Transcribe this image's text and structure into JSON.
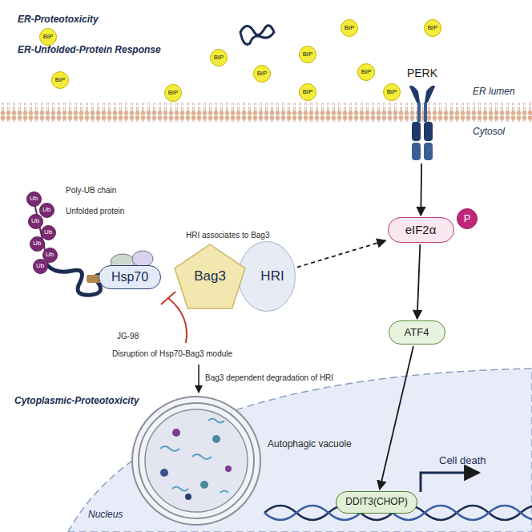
{
  "diagram": {
    "nodes": [
      {
        "text": [
          "BiP"
        ]
      },
      {
        "text": [
          "BiP"
        ]
      },
      {
        "text": [
          "BiP"
        ]
      },
      {
        "text": [
          "BiP"
        ]
      },
      {
        "text": [
          "BiP"
        ]
      },
      {
        "text": [
          "BiP"
        ]
      },
      {
        "text": [
          "BiP"
        ]
      },
      {
        "text": [
          "BiP"
        ]
      },
      {
        "text": [
          "BiP"
        ]
      },
      {
        "text": [
          "BiP"
        ]
      },
      {
        "text": [
          "BiP"
        ]
      },
      {
        "text": [
          "PERK"
        ]
      },
      {
        "text": [
          "Ub"
        ]
      },
      {
        "text": [
          "Ub"
        ]
      },
      {
        "text": [
          "Ub"
        ]
      },
      {
        "text": [
          "Ub"
        ]
      },
      {
        "text": [
          "Ub"
        ]
      },
      {
        "text": [
          "Ub"
        ]
      },
      {
        "text": [
          "Ub"
        ]
      },
      {
        "text": [
          "Hsp70"
        ]
      },
      {
        "text": [
          "Bag3"
        ]
      },
      {
        "text": [
          "HRI"
        ]
      },
      {
        "text": [
          "eIF2α"
        ]
      },
      {
        "text": [
          "P"
        ],
        "in": 22
      },
      {
        "text": [
          "ATF4"
        ]
      },
      {
        "text": [
          "DDIT3(CHOP)"
        ]
      }
    ],
    "edges": [
      {
        "from": 21,
        "to": 22,
        "arrow": "to"
      },
      {
        "from": 11,
        "to": 22,
        "arrow": "to"
      },
      {
        "from": 22,
        "to": 24,
        "arrow": "to"
      },
      {
        "from": 24,
        "to": 25,
        "arrow": "to"
      }
    ],
    "labels": [
      "ER-Proteotoxicity",
      "ER-Unfolded-Protein Response",
      "ER lumen",
      "Cytosol",
      "Poly-UB chain",
      "Unfolded protein",
      "HRI associates to Bag3",
      "JG-98",
      "Disruption of Hsp70-Bag3 module",
      "Bag3 dependent degradation of HRI",
      "Cytoplasmic-Proteotoxicity",
      "Autophagic vacuole",
      "Cell death",
      "Nucleus"
    ]
  }
}
